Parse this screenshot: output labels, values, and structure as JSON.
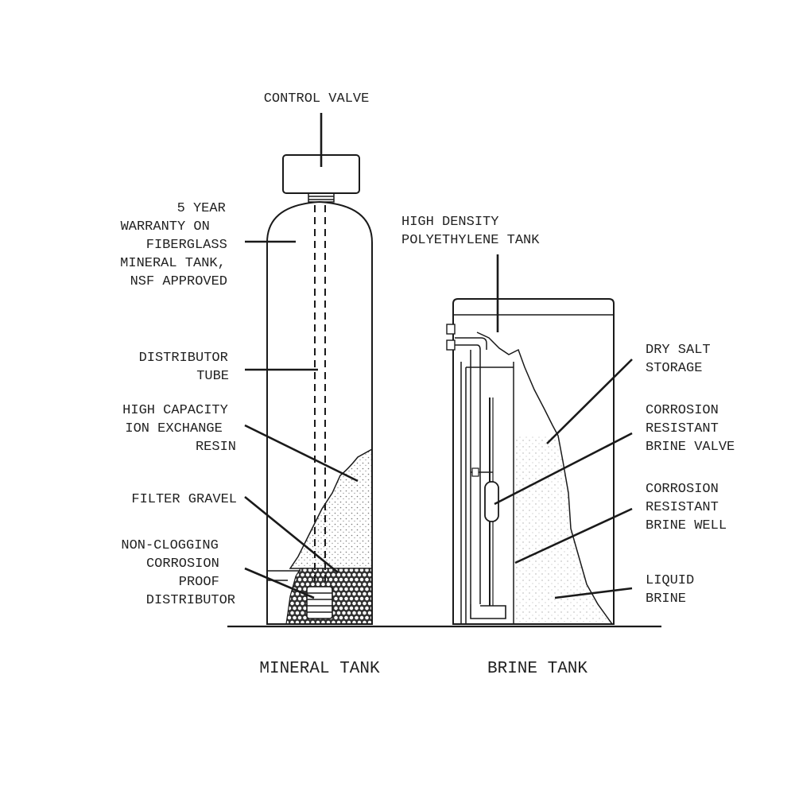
{
  "labels": {
    "control_valve": [
      "CONTROL VALVE"
    ],
    "warranty": [
      "5 YEAR",
      "WARRANTY ON",
      "FIBERGLASS",
      "MINERAL TANK,",
      "NSF APPROVED"
    ],
    "distributor_tube": [
      "DISTRIBUTOR",
      "TUBE"
    ],
    "resin": [
      "HIGH CAPACITY",
      "ION EXCHANGE",
      "RESIN"
    ],
    "filter_gravel": [
      "FILTER GRAVEL"
    ],
    "distributor": [
      "NON-CLOGGING",
      "CORROSION",
      "PROOF",
      "DISTRIBUTOR"
    ],
    "polyethylene": [
      "HIGH DENSITY",
      "POLYETHYLENE TANK"
    ],
    "dry_salt": [
      "DRY SALT",
      "STORAGE"
    ],
    "brine_valve": [
      "CORROSION",
      "RESISTANT",
      "BRINE VALVE"
    ],
    "brine_well": [
      "CORROSION",
      "RESISTANT",
      "BRINE WELL"
    ],
    "liquid_brine": [
      "LIQUID",
      "BRINE"
    ]
  },
  "captions": {
    "mineral_tank": "MINERAL TANK",
    "brine_tank": "BRINE TANK"
  }
}
